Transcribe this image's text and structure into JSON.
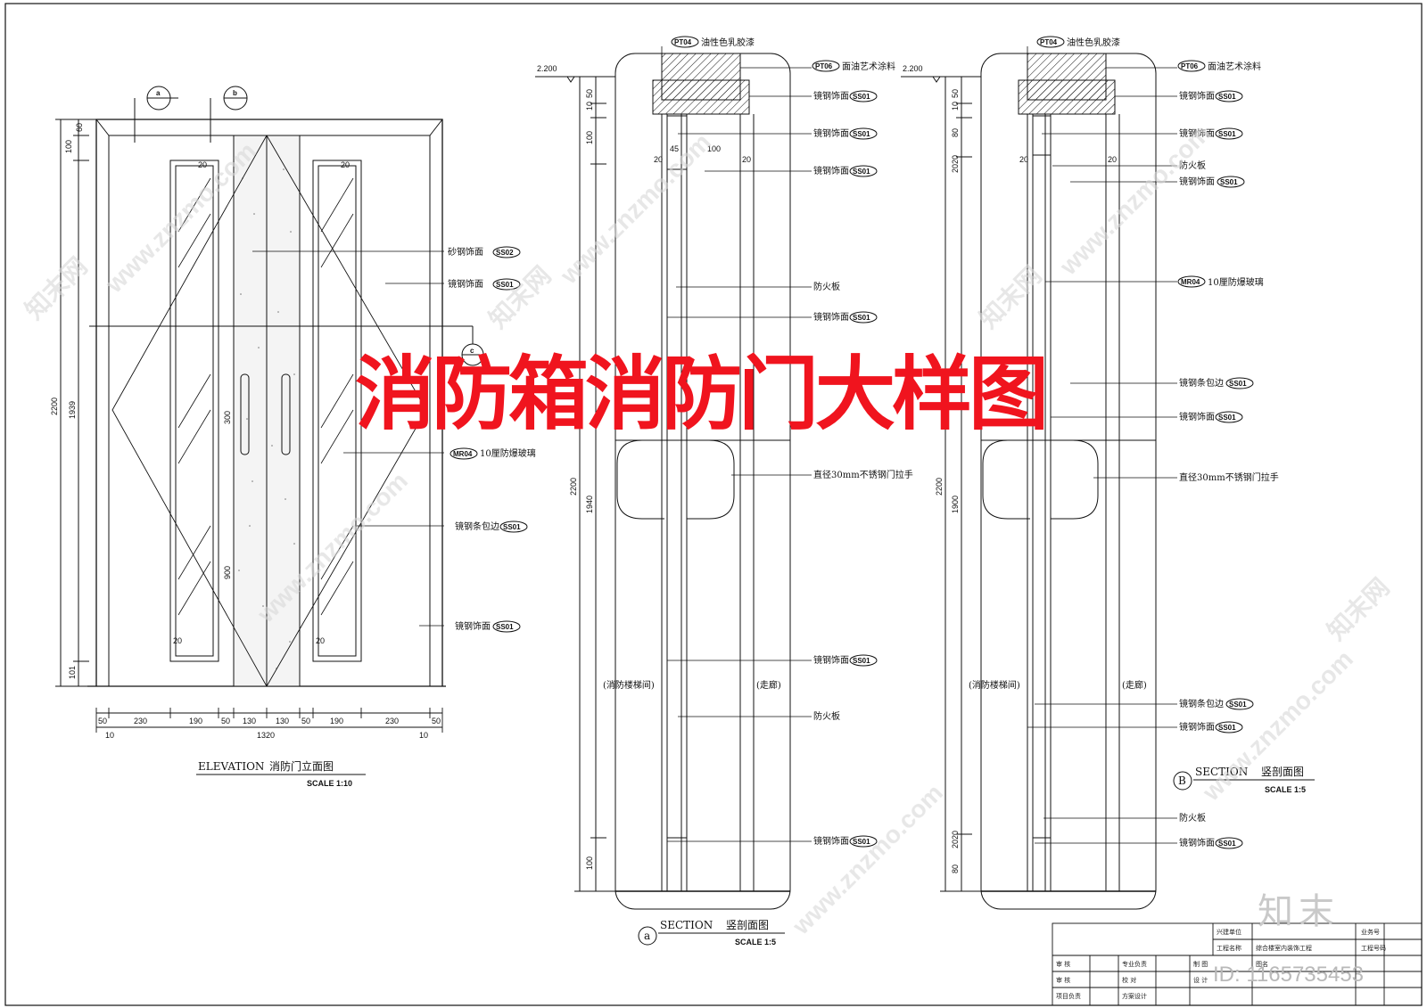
{
  "main_title": "消防箱消防门大样图",
  "elevation": {
    "title_en": "ELEVATION",
    "title_cn": "消防门立面图",
    "scale": "SCALE  1:10",
    "section_tags": [
      "a",
      "b",
      "c"
    ],
    "dims_vertical": [
      "60",
      "100",
      "2200",
      "1939",
      "300",
      "900",
      "101"
    ],
    "dims_bottom": [
      "50",
      "230",
      "190",
      "50",
      "130",
      "130",
      "50",
      "190",
      "230",
      "50"
    ],
    "dims_bottom2": [
      "10",
      "1320",
      "10"
    ],
    "dims_small": [
      "20",
      "20",
      "20",
      "20"
    ],
    "callouts": [
      {
        "text": "砂钢饰面",
        "tag": "SS02"
      },
      {
        "text": "镜钢饰面",
        "tag": "SS01"
      },
      {
        "text": "10厘防爆玻璃",
        "tag": "MR04"
      },
      {
        "text": "镜钢条包边",
        "tag": "SS01"
      },
      {
        "text": "镜钢饰面",
        "tag": "SS01"
      }
    ]
  },
  "section_a": {
    "label_letter": "a",
    "title_en": "SECTION",
    "title_cn": "竖剖面图",
    "scale": "SCALE  1:5",
    "level": "2.200",
    "dims_vertical": [
      "50",
      "10",
      "100",
      "2200",
      "1940",
      "100"
    ],
    "dims_inner": [
      "45",
      "100",
      "20",
      "20"
    ],
    "room_left": "(消防楼梯间)",
    "room_right": "(走廊)",
    "callouts": [
      {
        "text": "油性色乳胶漆",
        "tag": "PT04"
      },
      {
        "text": "面油艺术涂料",
        "tag": "PT06"
      },
      {
        "text": "镜钢饰面",
        "tag": "SS01"
      },
      {
        "text": "镜钢饰面",
        "tag": "SS01"
      },
      {
        "text": "镜钢饰面",
        "tag": "SS01"
      },
      {
        "text": "防火板",
        "tag": ""
      },
      {
        "text": "镜钢饰面",
        "tag": "SS01"
      },
      {
        "text": "直径30mm不锈钢门拉手",
        "tag": ""
      },
      {
        "text": "镜钢饰面",
        "tag": "SS01"
      },
      {
        "text": "防火板",
        "tag": ""
      },
      {
        "text": "镜钢饰面",
        "tag": "SS01"
      }
    ]
  },
  "section_b": {
    "label_letter": "B",
    "title_en": "SECTION",
    "title_cn": "竖剖面图",
    "scale": "SCALE  1:5",
    "level": "2.200",
    "dims_vertical": [
      "50",
      "10",
      "80",
      "2020",
      "2200",
      "1900",
      "2020",
      "80"
    ],
    "dims_inner": [
      "20",
      "20"
    ],
    "room_left": "(消防楼梯间)",
    "room_right": "(走廊)",
    "callouts": [
      {
        "text": "油性色乳胶漆",
        "tag": "PT04"
      },
      {
        "text": "面油艺术涂料",
        "tag": "PT06"
      },
      {
        "text": "镜钢饰面",
        "tag": "SS01"
      },
      {
        "text": "镜钢饰面",
        "tag": "SS01"
      },
      {
        "text": "防火板",
        "tag": ""
      },
      {
        "text": "镜钢饰面",
        "tag": "SS01"
      },
      {
        "text": "10厘防爆玻璃",
        "tag": "MR04"
      },
      {
        "text": "镜钢条包边",
        "tag": "SS01"
      },
      {
        "text": "镜钢饰面",
        "tag": "SS01"
      },
      {
        "text": "直径30mm不锈钢门拉手",
        "tag": ""
      },
      {
        "text": "镜钢条包边",
        "tag": "SS01"
      },
      {
        "text": "镜钢饰面",
        "tag": "SS01"
      },
      {
        "text": "防火板",
        "tag": ""
      },
      {
        "text": "镜钢饰面",
        "tag": "SS01"
      }
    ]
  },
  "title_block": {
    "rows": [
      [
        "",
        "",
        "",
        "",
        "",
        "",
        "",
        "",
        "兴建单位",
        "",
        "业务号",
        ""
      ],
      [
        "",
        "",
        "",
        "",
        "",
        "",
        "",
        "",
        "工程名称",
        "综合楼室内装饰工程",
        "工程号码",
        ""
      ],
      [
        "审  核",
        "",
        "专业负责",
        "",
        "制  图",
        "",
        "",
        "",
        "图名",
        "",
        "",
        ""
      ],
      [
        "审  核",
        "",
        "校  对",
        "",
        "设  计",
        "",
        "",
        "",
        "",
        "",
        "",
        ""
      ],
      [
        "项目负责",
        "",
        "方案设计",
        "",
        "",
        "",
        "",
        "",
        "",
        "",
        "",
        ""
      ]
    ]
  },
  "watermark": "www.znzmo.com",
  "watermark_cn": "知末网",
  "brand": "知末",
  "image_id": "ID: 1165735453"
}
